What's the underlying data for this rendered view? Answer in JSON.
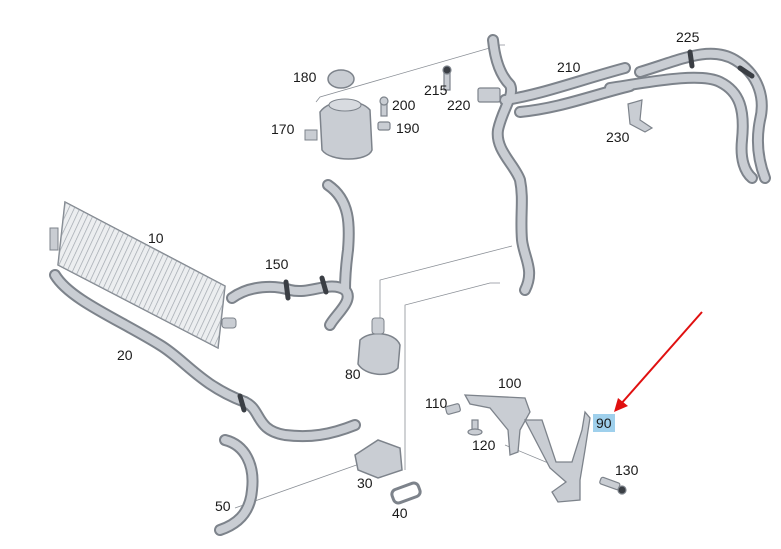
{
  "parts": [
    {
      "id": "p10",
      "label": "10"
    },
    {
      "id": "p20",
      "label": "20"
    },
    {
      "id": "p30",
      "label": "30"
    },
    {
      "id": "p40",
      "label": "40"
    },
    {
      "id": "p50",
      "label": "50"
    },
    {
      "id": "p80",
      "label": "80"
    },
    {
      "id": "p90",
      "label": "90",
      "highlighted": true
    },
    {
      "id": "p100",
      "label": "100"
    },
    {
      "id": "p110",
      "label": "110"
    },
    {
      "id": "p120",
      "label": "120"
    },
    {
      "id": "p130",
      "label": "130"
    },
    {
      "id": "p150",
      "label": "150"
    },
    {
      "id": "p170",
      "label": "170"
    },
    {
      "id": "p180",
      "label": "180"
    },
    {
      "id": "p190",
      "label": "190"
    },
    {
      "id": "p200",
      "label": "200"
    },
    {
      "id": "p210",
      "label": "210"
    },
    {
      "id": "p215",
      "label": "215"
    },
    {
      "id": "p220",
      "label": "220"
    },
    {
      "id": "p225",
      "label": "225"
    },
    {
      "id": "p230",
      "label": "230"
    }
  ],
  "colors": {
    "part_fill": "#c9cdd3",
    "part_stroke": "#7d838b",
    "highlight": "#9fd0ec",
    "arrow": "#e01010"
  }
}
